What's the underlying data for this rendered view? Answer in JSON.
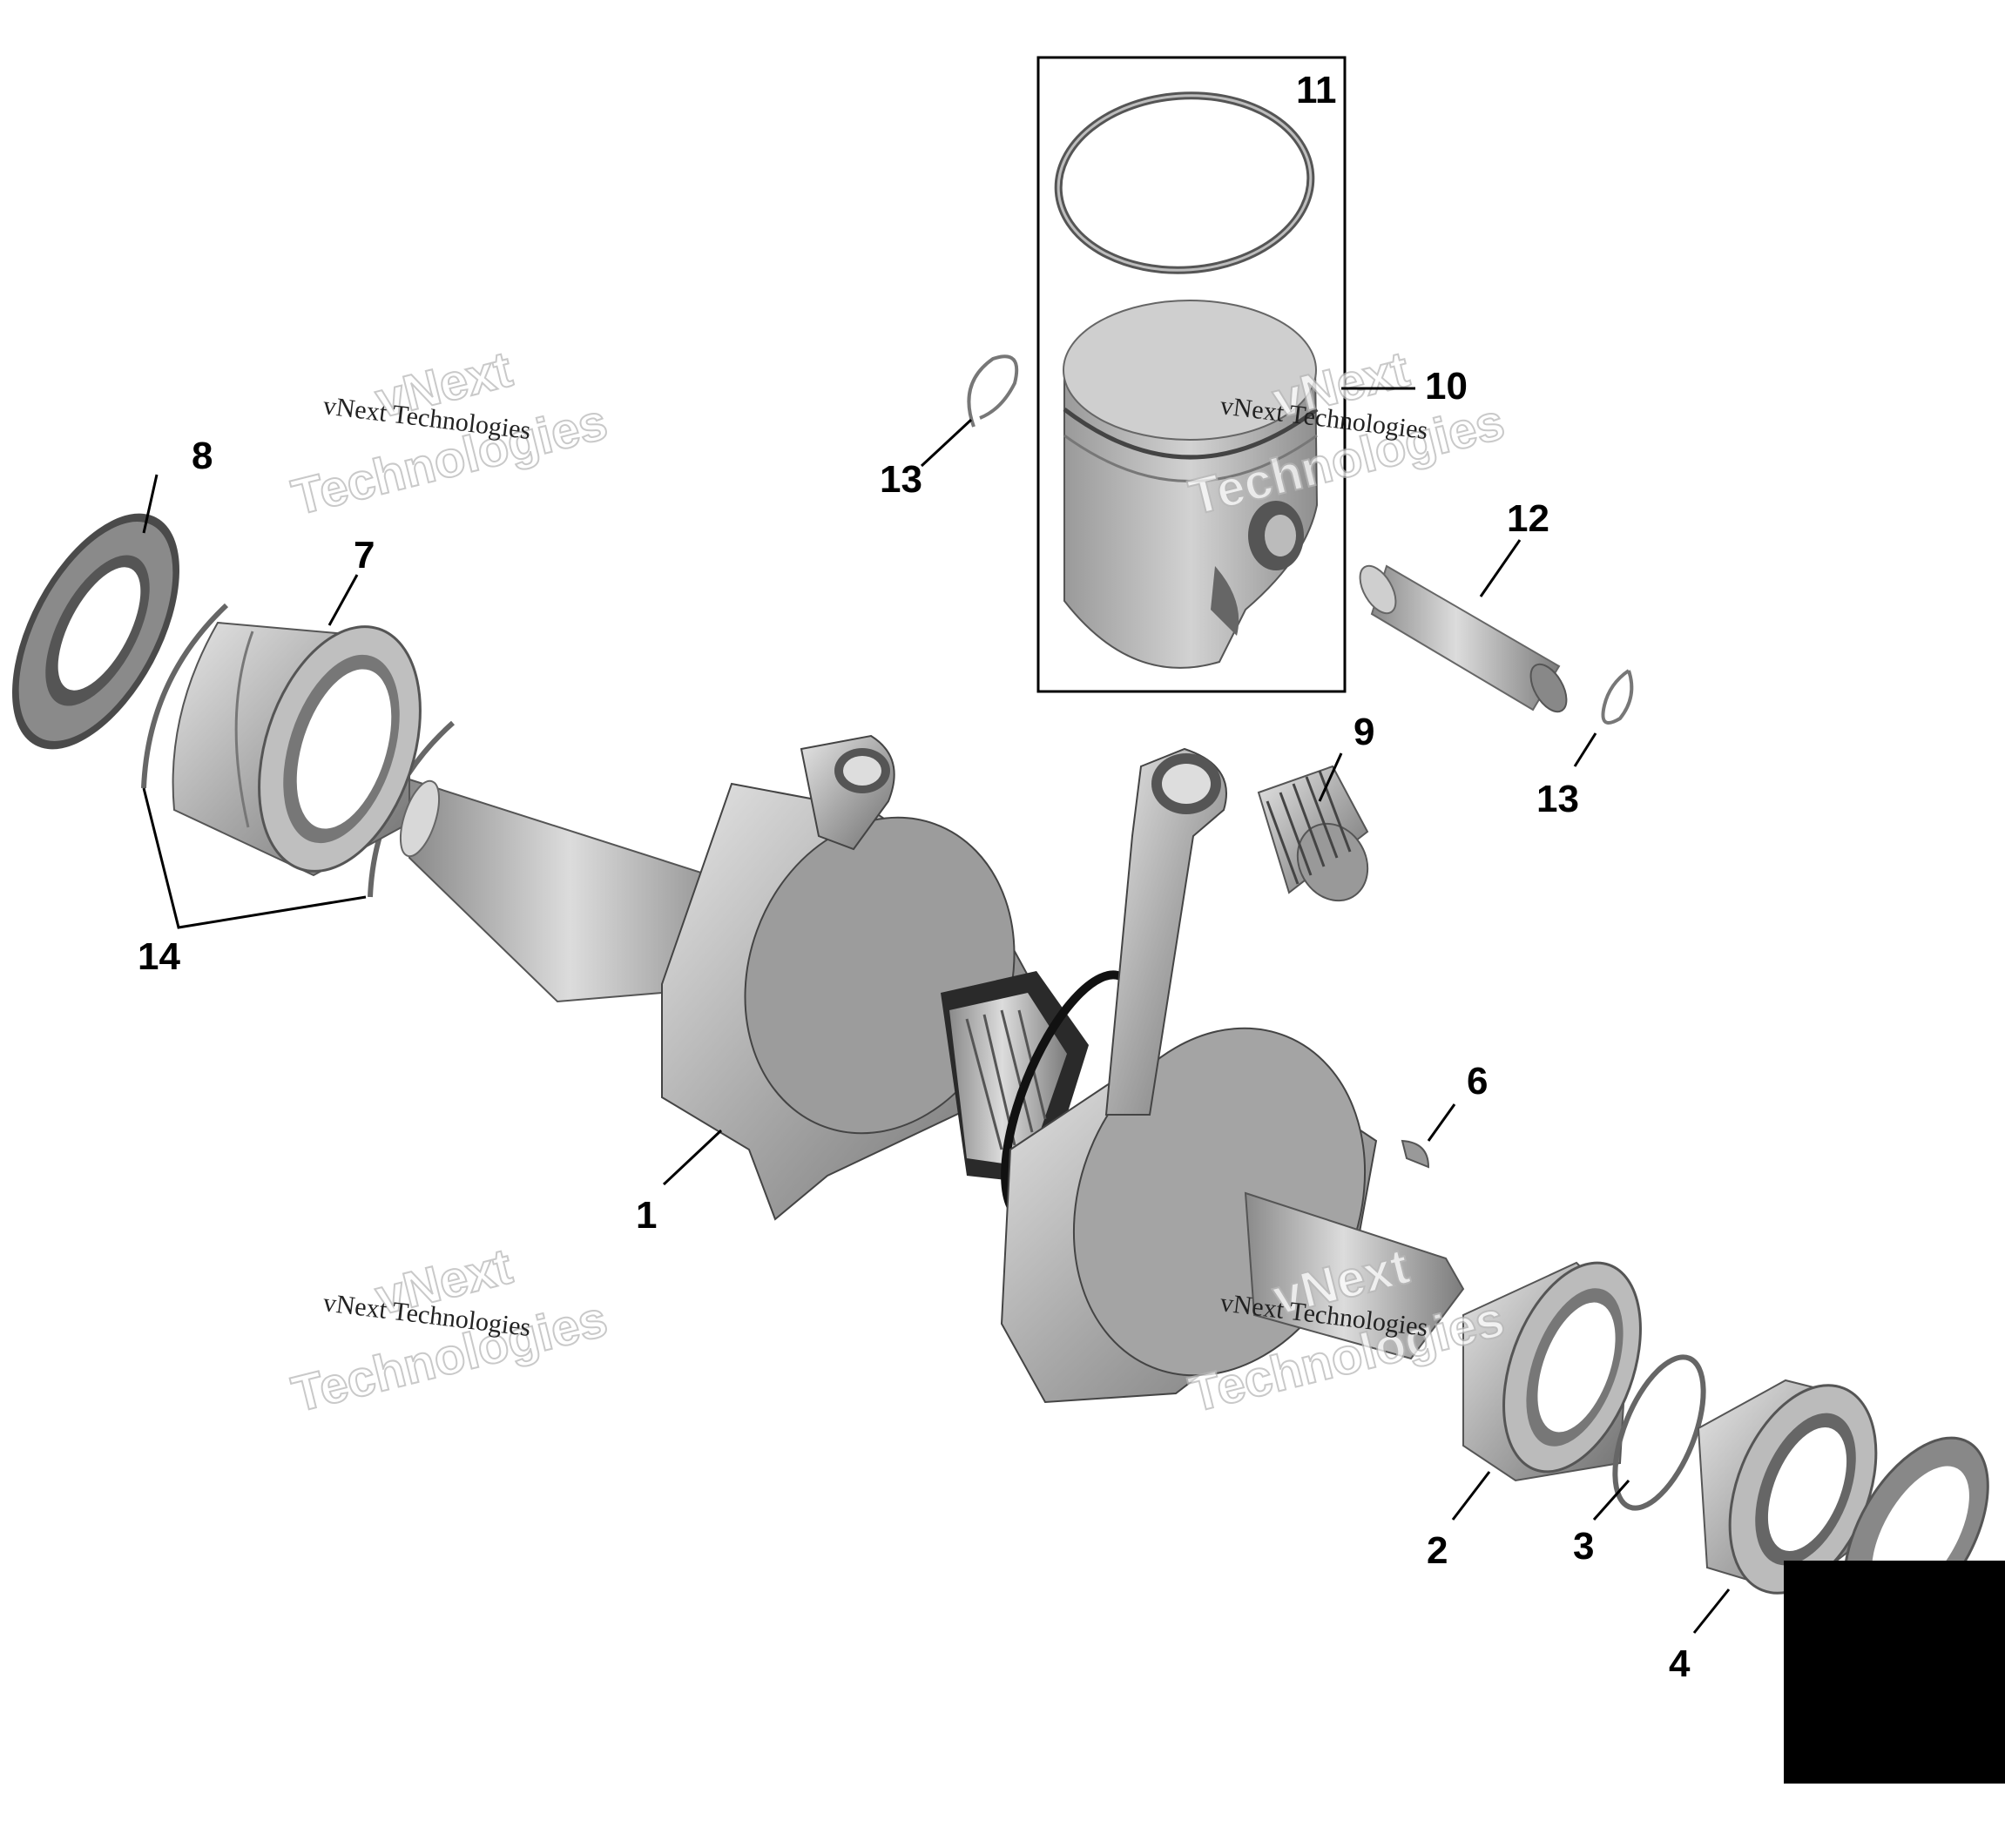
{
  "diagram": {
    "callouts": {
      "c1": "1",
      "c2": "2",
      "c3": "3",
      "c4": "4",
      "c6": "6",
      "c7": "7",
      "c8": "8",
      "c9": "9",
      "c10": "10",
      "c11": "11",
      "c12": "12",
      "c13a": "13",
      "c13b": "13",
      "c14": "14"
    },
    "watermark": {
      "line1": "vNext",
      "line2": "Technologies",
      "small": "vNext Technologies"
    }
  }
}
